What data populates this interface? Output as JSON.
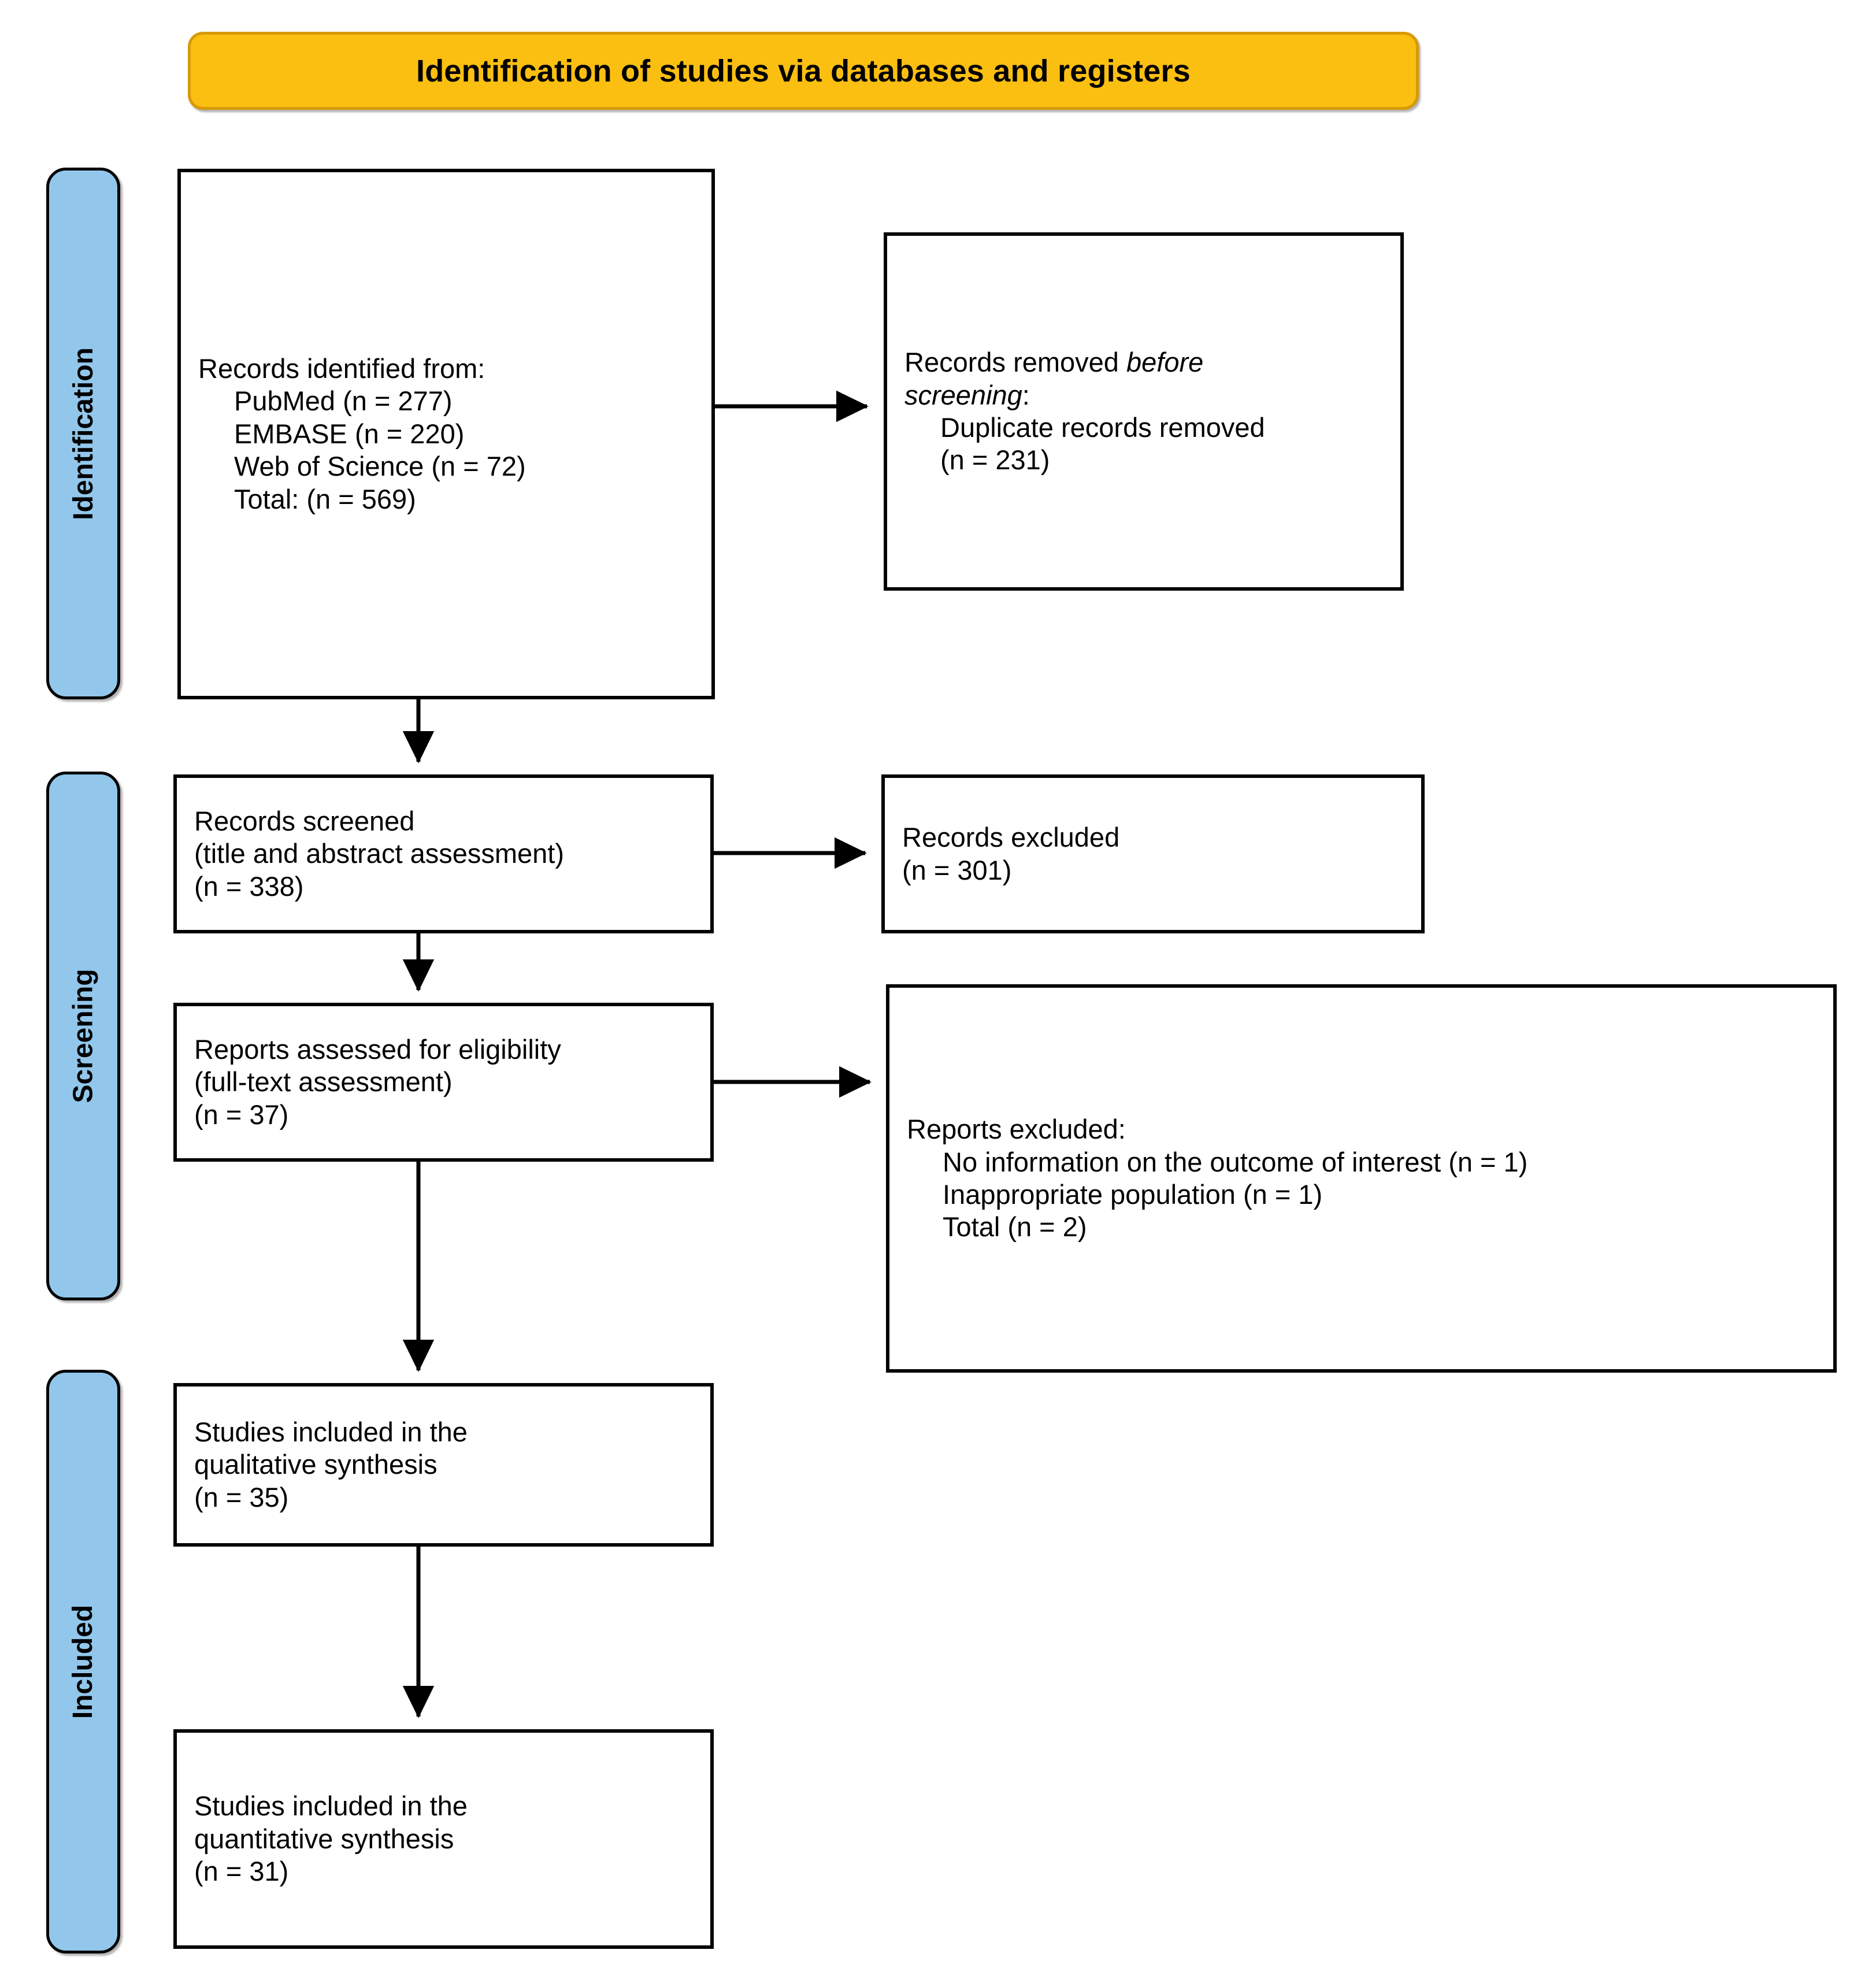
{
  "banner": {
    "title": "Identification of studies via databases and registers"
  },
  "stages": [
    {
      "id": "identification",
      "label": "Identification"
    },
    {
      "id": "screening",
      "label": "Screening"
    },
    {
      "id": "included",
      "label": "Included"
    }
  ],
  "boxes": {
    "identified": {
      "name": "records-identified-box",
      "lines": [
        "Records identified from:",
        "PubMed (n = 277)",
        "EMBASE (n = 220)",
        "Web of Science (n = 72)",
        "Total: (n = 569)"
      ]
    },
    "removed_before_screening": {
      "name": "records-removed-before-screening-box",
      "line1_prefix": "Records removed ",
      "line1_italic": "before",
      "line2_italic": "screening",
      "line2_suffix": ":",
      "lines_indented": [
        "Duplicate records removed",
        "(n = 231)"
      ]
    },
    "screened": {
      "name": "records-screened-box",
      "lines": [
        "Records screened",
        "(title and abstract assessment)",
        "(n = 338)"
      ]
    },
    "records_excluded": {
      "name": "records-excluded-box",
      "lines": [
        "Records excluded",
        "(n = 301)"
      ]
    },
    "eligibility": {
      "name": "reports-assessed-for-eligibility-box",
      "lines": [
        "Reports assessed for eligibility",
        "(full-text assessment)",
        "(n = 37)"
      ]
    },
    "reports_excluded": {
      "name": "reports-excluded-box",
      "heading": "Reports excluded:",
      "lines_indented": [
        "No information on the outcome of interest (n = 1)",
        "Inappropriate population (n = 1)",
        "Total (n = 2)"
      ]
    },
    "qualitative": {
      "name": "studies-included-qualitative-box",
      "lines": [
        "Studies included in the",
        "qualitative synthesis",
        "(n = 35)"
      ]
    },
    "quantitative": {
      "name": "studies-included-quantitative-box",
      "lines": [
        "Studies included in the",
        "quantitative synthesis",
        "(n = 31)"
      ]
    }
  },
  "colors": {
    "banner_fill": "#FBBF12",
    "banner_border": "#D79A06",
    "stage_fill": "#92C7EB",
    "box_border": "#000000",
    "text": "#000000",
    "background": "#FFFFFF"
  },
  "chart_data": {
    "type": "diagram",
    "title": "Identification of studies via databases and registers",
    "nodes": [
      {
        "id": "identified",
        "stage": "Identification",
        "label": "Records identified from",
        "values": {
          "PubMed": 277,
          "EMBASE": 220,
          "Web of Science": 72,
          "Total": 569
        }
      },
      {
        "id": "removed",
        "stage": "Identification",
        "label": "Records removed before screening: Duplicate records removed",
        "values": {
          "n": 231
        }
      },
      {
        "id": "screened",
        "stage": "Screening",
        "label": "Records screened (title and abstract assessment)",
        "values": {
          "n": 338
        }
      },
      {
        "id": "rec_excluded",
        "stage": "Screening",
        "label": "Records excluded",
        "values": {
          "n": 301
        }
      },
      {
        "id": "eligibility",
        "stage": "Screening",
        "label": "Reports assessed for eligibility (full-text assessment)",
        "values": {
          "n": 37
        }
      },
      {
        "id": "rep_excluded",
        "stage": "Screening",
        "label": "Reports excluded",
        "values": {
          "No information on the outcome of interest": 1,
          "Inappropriate population": 1,
          "Total": 2
        }
      },
      {
        "id": "qualitative",
        "stage": "Included",
        "label": "Studies included in the qualitative synthesis",
        "values": {
          "n": 35
        }
      },
      {
        "id": "quantitative",
        "stage": "Included",
        "label": "Studies included in the quantitative synthesis",
        "values": {
          "n": 31
        }
      }
    ],
    "edges": [
      {
        "from": "identified",
        "to": "removed",
        "direction": "right"
      },
      {
        "from": "identified",
        "to": "screened",
        "direction": "down"
      },
      {
        "from": "screened",
        "to": "rec_excluded",
        "direction": "right"
      },
      {
        "from": "screened",
        "to": "eligibility",
        "direction": "down"
      },
      {
        "from": "eligibility",
        "to": "rep_excluded",
        "direction": "right"
      },
      {
        "from": "eligibility",
        "to": "qualitative",
        "direction": "down"
      },
      {
        "from": "qualitative",
        "to": "quantitative",
        "direction": "down"
      }
    ]
  }
}
